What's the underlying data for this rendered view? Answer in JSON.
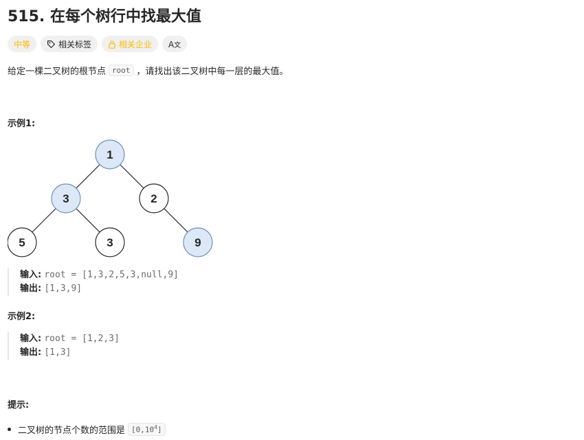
{
  "problem": {
    "title": "515. 在每个树行中找最大值",
    "difficulty": "中等",
    "tags_label": "相关标签",
    "company_label": "相关企业",
    "translate_icon": "translate-icon",
    "desc_before": "给定一棵二叉树的根节点",
    "desc_code": "root",
    "desc_after": "，请找出该二叉树中每一层的最大值。"
  },
  "example1": {
    "heading": "示例1:",
    "tree_nodes": [
      "1",
      "3",
      "2",
      "5",
      "3",
      "9"
    ],
    "input_label": "输入:",
    "input_value": "root = [1,3,2,5,3,null,9]",
    "output_label": "输出:",
    "output_value": "[1,3,9]"
  },
  "example2": {
    "heading": "示例2:",
    "input_label": "输入:",
    "input_value": "root = [1,2,3]",
    "output_label": "输出:",
    "output_value": "[1,3]"
  },
  "hints": {
    "heading": "提示:",
    "item_text": "二叉树的节点个数的范围是",
    "item_code_base": "[0,10",
    "item_code_exp": "4",
    "item_code_end": "]"
  },
  "colors": {
    "highlight_node": "#dce8f7",
    "highlight_stroke": "#6f8fb8",
    "difficulty_color": "#ffb800"
  }
}
